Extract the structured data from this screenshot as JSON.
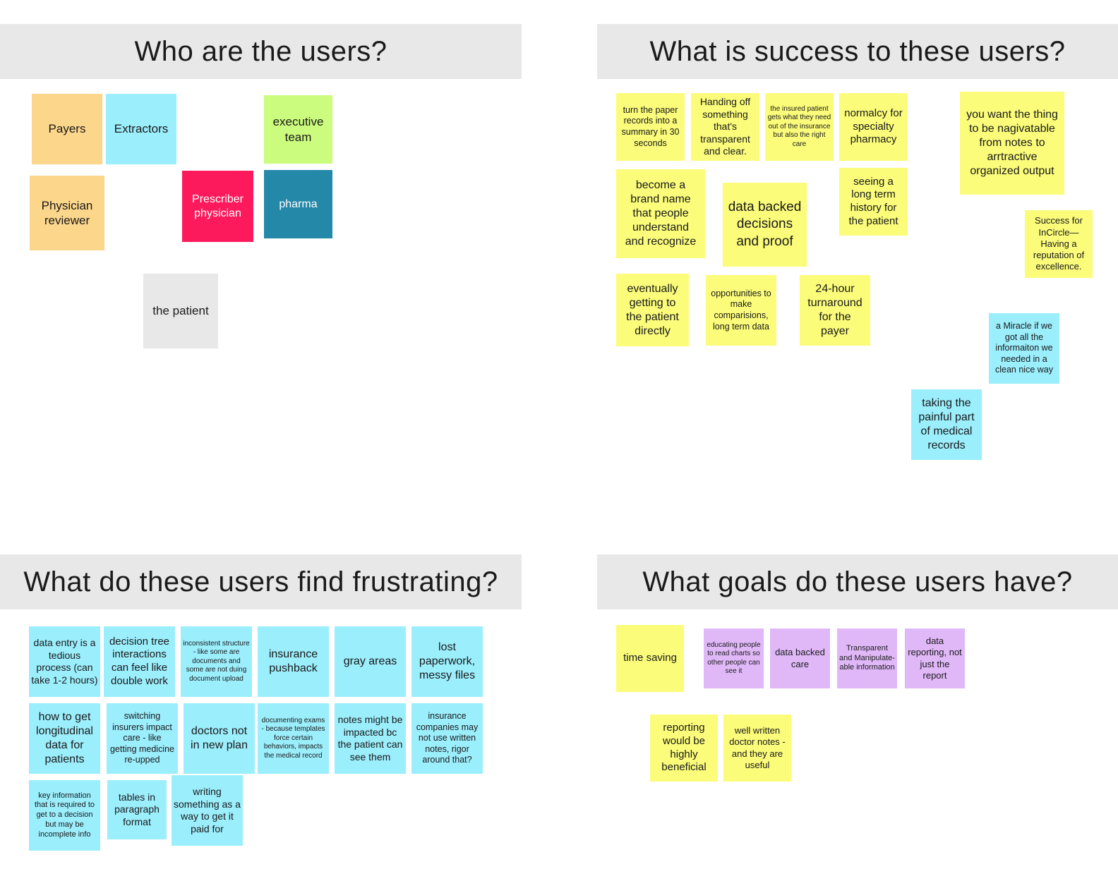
{
  "sections": {
    "users": {
      "title": "Who are the users?",
      "notes": {
        "payers": "Payers",
        "extractors": "Extractors",
        "executive_team": "executive team",
        "physician_reviewer": "Physician reviewer",
        "prescriber_physician": "Prescriber physician",
        "pharma": "pharma",
        "the_patient": "the patient"
      }
    },
    "success": {
      "title": "What is success to these users?",
      "notes": {
        "paper_records": "turn the paper records into a summary in 30 seconds",
        "handing_off": "Handing off something that's transparent and clear.",
        "insured_patient": "the insured patient gets what they need out of the insurance but also the right care",
        "normalcy": "normalcy for specialty pharmacy",
        "navigatable": "you want the thing to be nagivatable from notes to arrtractive organized output",
        "brand_name": "become a brand name that people understand and recognize",
        "data_backed_decisions": "data backed decisions and proof",
        "long_term_history": "seeing a long term history for the patient",
        "incircle": "Success for InCircle— Having a reputation of excellence.",
        "eventually_patient": "eventually getting to the patient directly",
        "comparisons": "opportunities to make comparisions, long term data",
        "turnaround": "24-hour turnaround for the payer",
        "miracle": "a Miracle if we got all the informaiton we needed in a clean nice way",
        "painful_part": "taking the painful part of medical records"
      }
    },
    "frustrating": {
      "title": "What do these users find frustrating?",
      "notes": {
        "data_entry": "data entry is a tedious process (can take 1-2 hours)",
        "decision_tree": "decision tree interactions can feel like double work",
        "inconsistent": "inconsistent structure - like some are documents and some are not duing document upload",
        "insurance_pushback": "insurance pushback",
        "gray_areas": "gray areas",
        "lost_paperwork": "lost paperwork, messy files",
        "longitudinal": "how to get longitudinal data for patients",
        "switching_insurers": "switching insurers impact care - like getting medicine re-upped",
        "doctors_not": "doctors not in new plan",
        "documenting_exams": "documenting exams - because templates force certain behaviors, impacts the medical record",
        "notes_impacted": "notes might be impacted bc the patient can see them",
        "insurance_companies": "insurance companies may not use written notes, rigor around that?",
        "key_information": "key information that is required to get to a decision but may be incomplete info",
        "tables": "tables in paragraph format",
        "writing_something": "writing something as a way to get it paid for"
      }
    },
    "goals": {
      "title": "What goals do these users have?",
      "notes": {
        "time_saving": "time saving",
        "educating": "educating people to read charts so other people can see it",
        "data_backed_care": "data backed care",
        "transparent": "Transparent and Manipulate-able information",
        "data_reporting": "data reporting, not just the report",
        "reporting_beneficial": "reporting would be highly beneficial",
        "well_written": "well written doctor notes - and they are useful"
      }
    }
  },
  "colors": {
    "header": "#e8e8e8",
    "orange": "#fbd68b",
    "cyan": "#9beefc",
    "lime": "#ccfc7d",
    "red": "#fc1a5c",
    "teal": "#2488a8",
    "gray": "#e8e8e8",
    "yellow": "#fbfc7a",
    "purple": "#e0b8f8"
  }
}
